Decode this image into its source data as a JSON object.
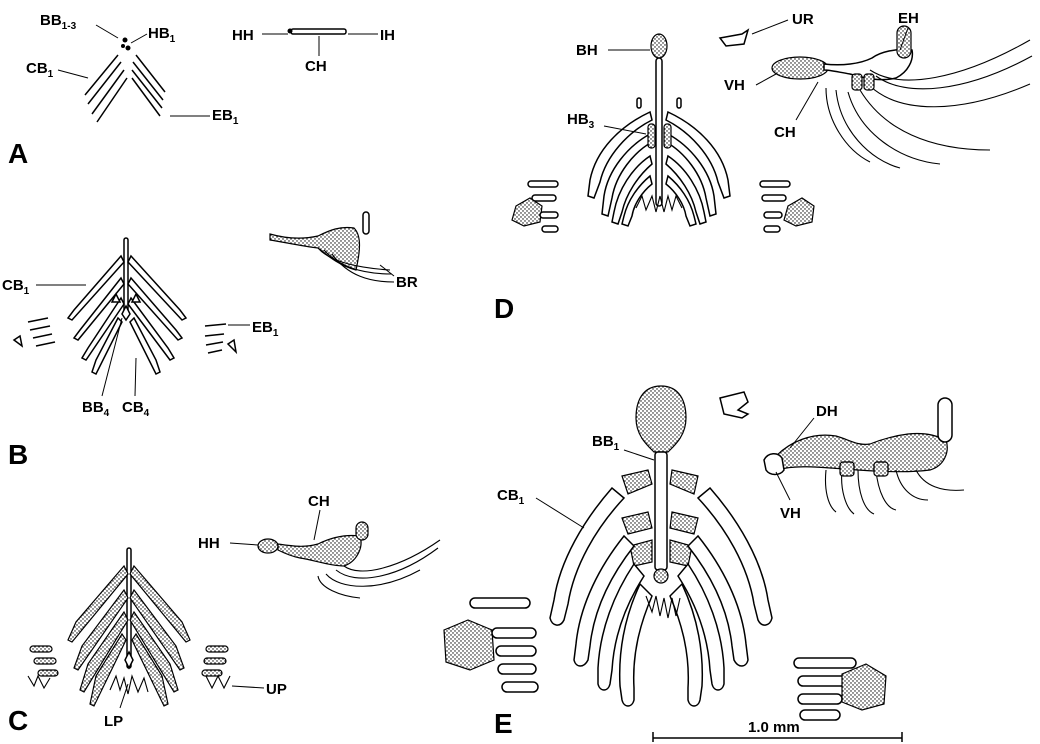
{
  "panels": {
    "A": {
      "letter": "A",
      "labels": {
        "bb": "BB",
        "bb_sub": "1-3",
        "hb": "HB",
        "hb_sub": "1",
        "cb": "CB",
        "cb_sub": "1",
        "eb": "EB",
        "eb_sub": "1",
        "hh": "HH",
        "ih": "IH",
        "ch": "CH"
      }
    },
    "B": {
      "letter": "B",
      "labels": {
        "cb": "CB",
        "cb_sub": "1",
        "eb": "EB",
        "eb_sub": "1",
        "bb": "BB",
        "bb_sub": "4",
        "cb4": "CB",
        "cb4_sub": "4",
        "br": "BR"
      }
    },
    "C": {
      "letter": "C",
      "labels": {
        "hh": "HH",
        "ch": "CH",
        "lp": "LP",
        "up": "UP"
      }
    },
    "D": {
      "letter": "D",
      "labels": {
        "bh": "BH",
        "ur": "UR",
        "eh": "EH",
        "vh": "VH",
        "ch": "CH",
        "hb": "HB",
        "hb_sub": "3"
      }
    },
    "E": {
      "letter": "E",
      "labels": {
        "bb": "BB",
        "bb_sub": "1",
        "cb": "CB",
        "cb_sub": "1",
        "dh": "DH",
        "vh": "VH"
      }
    }
  },
  "scale_bar": {
    "label": "1.0 mm"
  }
}
